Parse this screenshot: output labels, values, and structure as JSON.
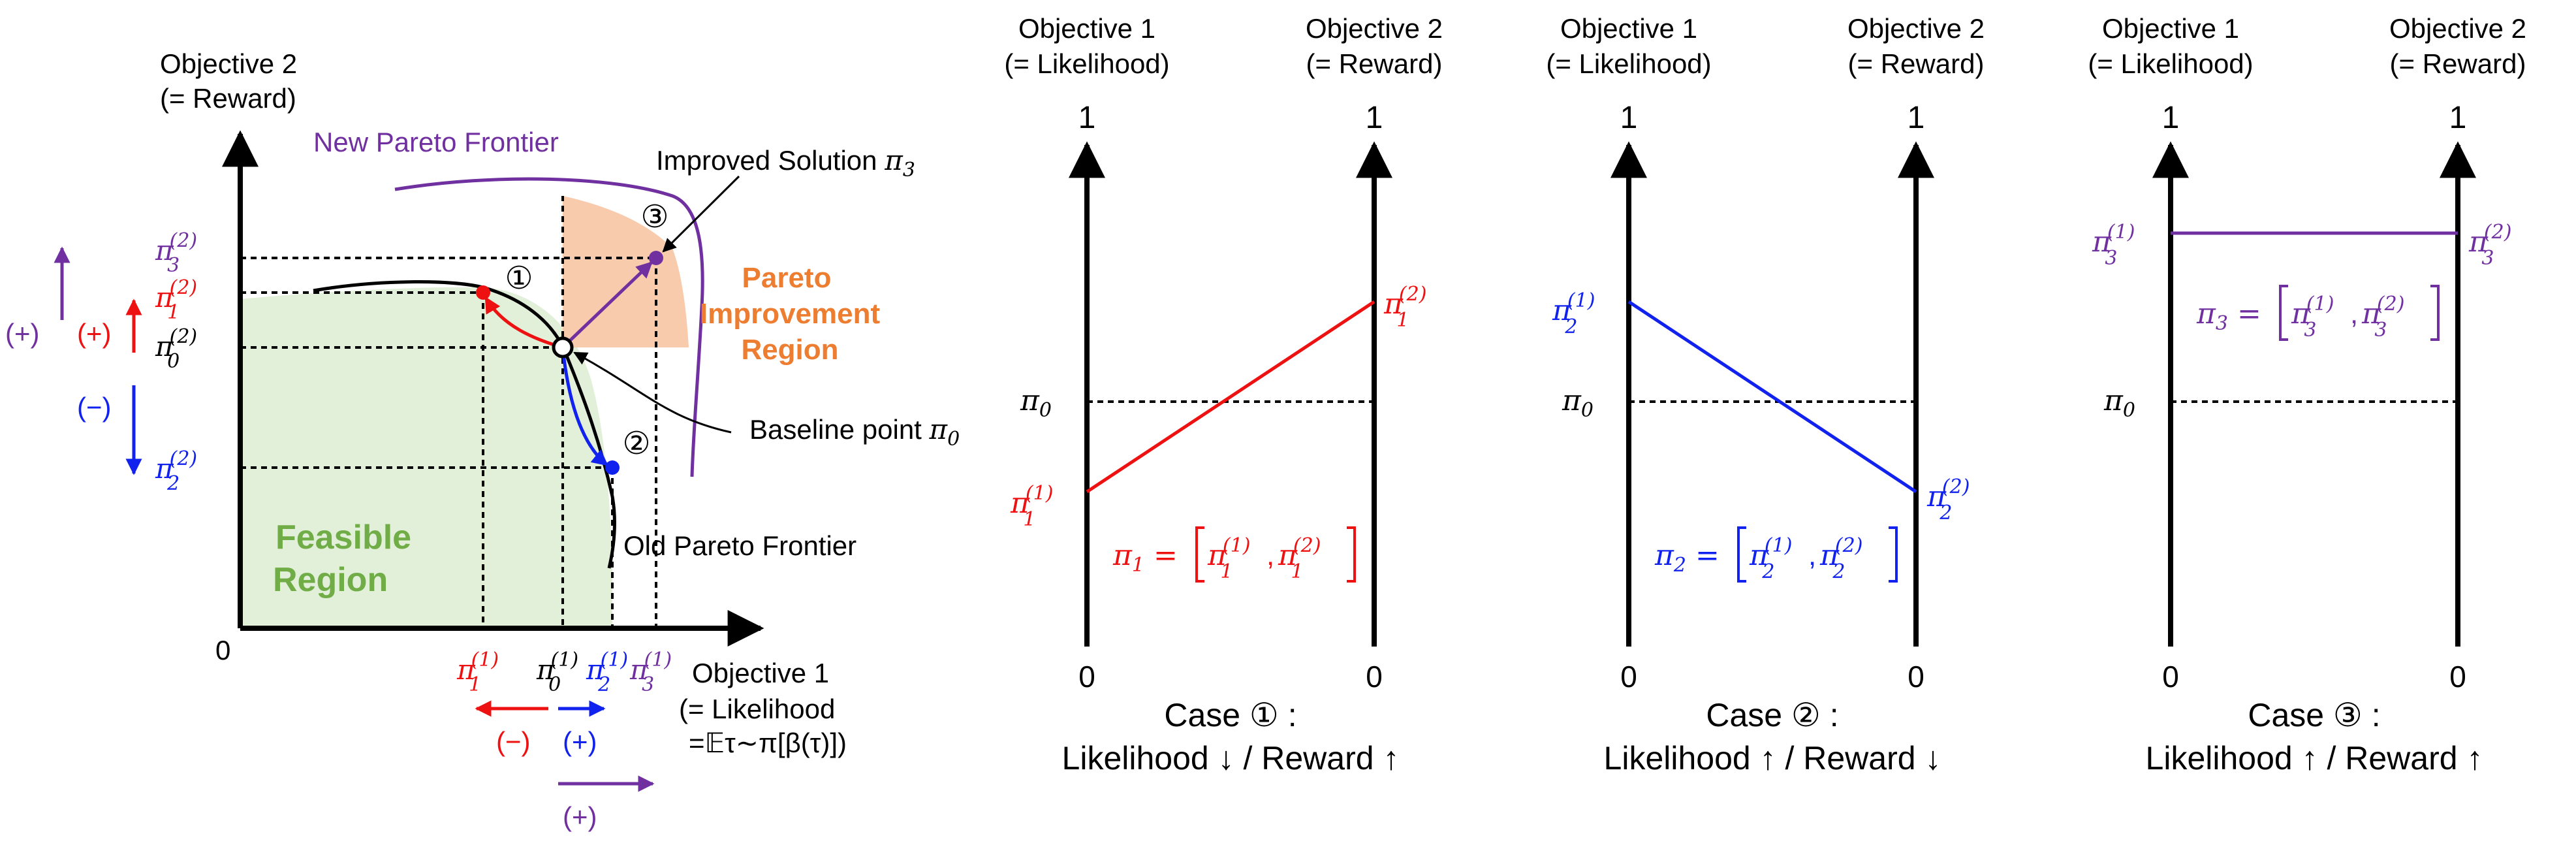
{
  "colors": {
    "red": "#ee1111",
    "blue": "#1122ee",
    "purple": "#7030a0",
    "orange": "#ed7d31",
    "green": "#70ad47",
    "feasible_fill": "#e2efd9",
    "improve_fill": "#f8cbad",
    "black": "#000000"
  },
  "left": {
    "y_axis_title": [
      "Objective 2",
      "(= Reward)"
    ],
    "x_axis_title": [
      "Objective 1",
      "(= Likelihood",
      "=𝔼τ∼π[β(τ)])"
    ],
    "origin_label": "0",
    "new_frontier_label": "New Pareto Frontier",
    "old_frontier_label": "Old Pareto Frontier",
    "feasible_label": [
      "Feasible",
      "Region"
    ],
    "improvement_label": [
      "Pareto",
      "Improvement",
      "Region"
    ],
    "improved_label_text": "Improved Solution ",
    "improved_label_sym": "π",
    "improved_label_sub": "3",
    "baseline_label_text": "Baseline point ",
    "baseline_label_sym": "π",
    "baseline_label_sub": "0",
    "marker_1": "①",
    "marker_2": "②",
    "marker_3": "③",
    "sign_plus": "(+)",
    "sign_minus": "(−)",
    "pi": "π",
    "sup_1": "(1)",
    "sup_2": "(2)",
    "sub_0": "0",
    "sub_1": "1",
    "sub_2": "2",
    "sub_3": "3"
  },
  "panels": [
    {
      "obj1": [
        "Objective 1",
        "(= Likelihood)"
      ],
      "obj2": [
        "Objective 2",
        "(= Reward)"
      ],
      "top_left": "1",
      "top_right": "1",
      "bottom_left": "0",
      "bottom_right": "0",
      "baseline": "π",
      "baseline_sub": "0",
      "left_sub": "1",
      "right_sub": "1",
      "eq_lhs": "π",
      "eq_lhs_sub": "1",
      "eq_mid": " = ",
      "case": "Case ① :",
      "summary": "Likelihood ↓ / Reward ↑"
    },
    {
      "obj1": [
        "Objective 1",
        "(= Likelihood)"
      ],
      "obj2": [
        "Objective 2",
        "(= Reward)"
      ],
      "top_left": "1",
      "top_right": "1",
      "bottom_left": "0",
      "bottom_right": "0",
      "baseline": "π",
      "baseline_sub": "0",
      "left_sub": "2",
      "right_sub": "2",
      "eq_lhs": "π",
      "eq_lhs_sub": "2",
      "eq_mid": " = ",
      "case": "Case ② :",
      "summary": "Likelihood ↑ / Reward ↓"
    },
    {
      "obj1": [
        "Objective 1",
        "(= Likelihood)"
      ],
      "obj2": [
        "Objective 2",
        "(= Reward)"
      ],
      "top_left": "1",
      "top_right": "1",
      "bottom_left": "0",
      "bottom_right": "0",
      "baseline": "π",
      "baseline_sub": "0",
      "left_sub": "3",
      "right_sub": "3",
      "eq_lhs": "π",
      "eq_lhs_sub": "3",
      "eq_mid": " = ",
      "case": "Case ③ :",
      "summary": "Likelihood ↑ / Reward ↑"
    }
  ]
}
